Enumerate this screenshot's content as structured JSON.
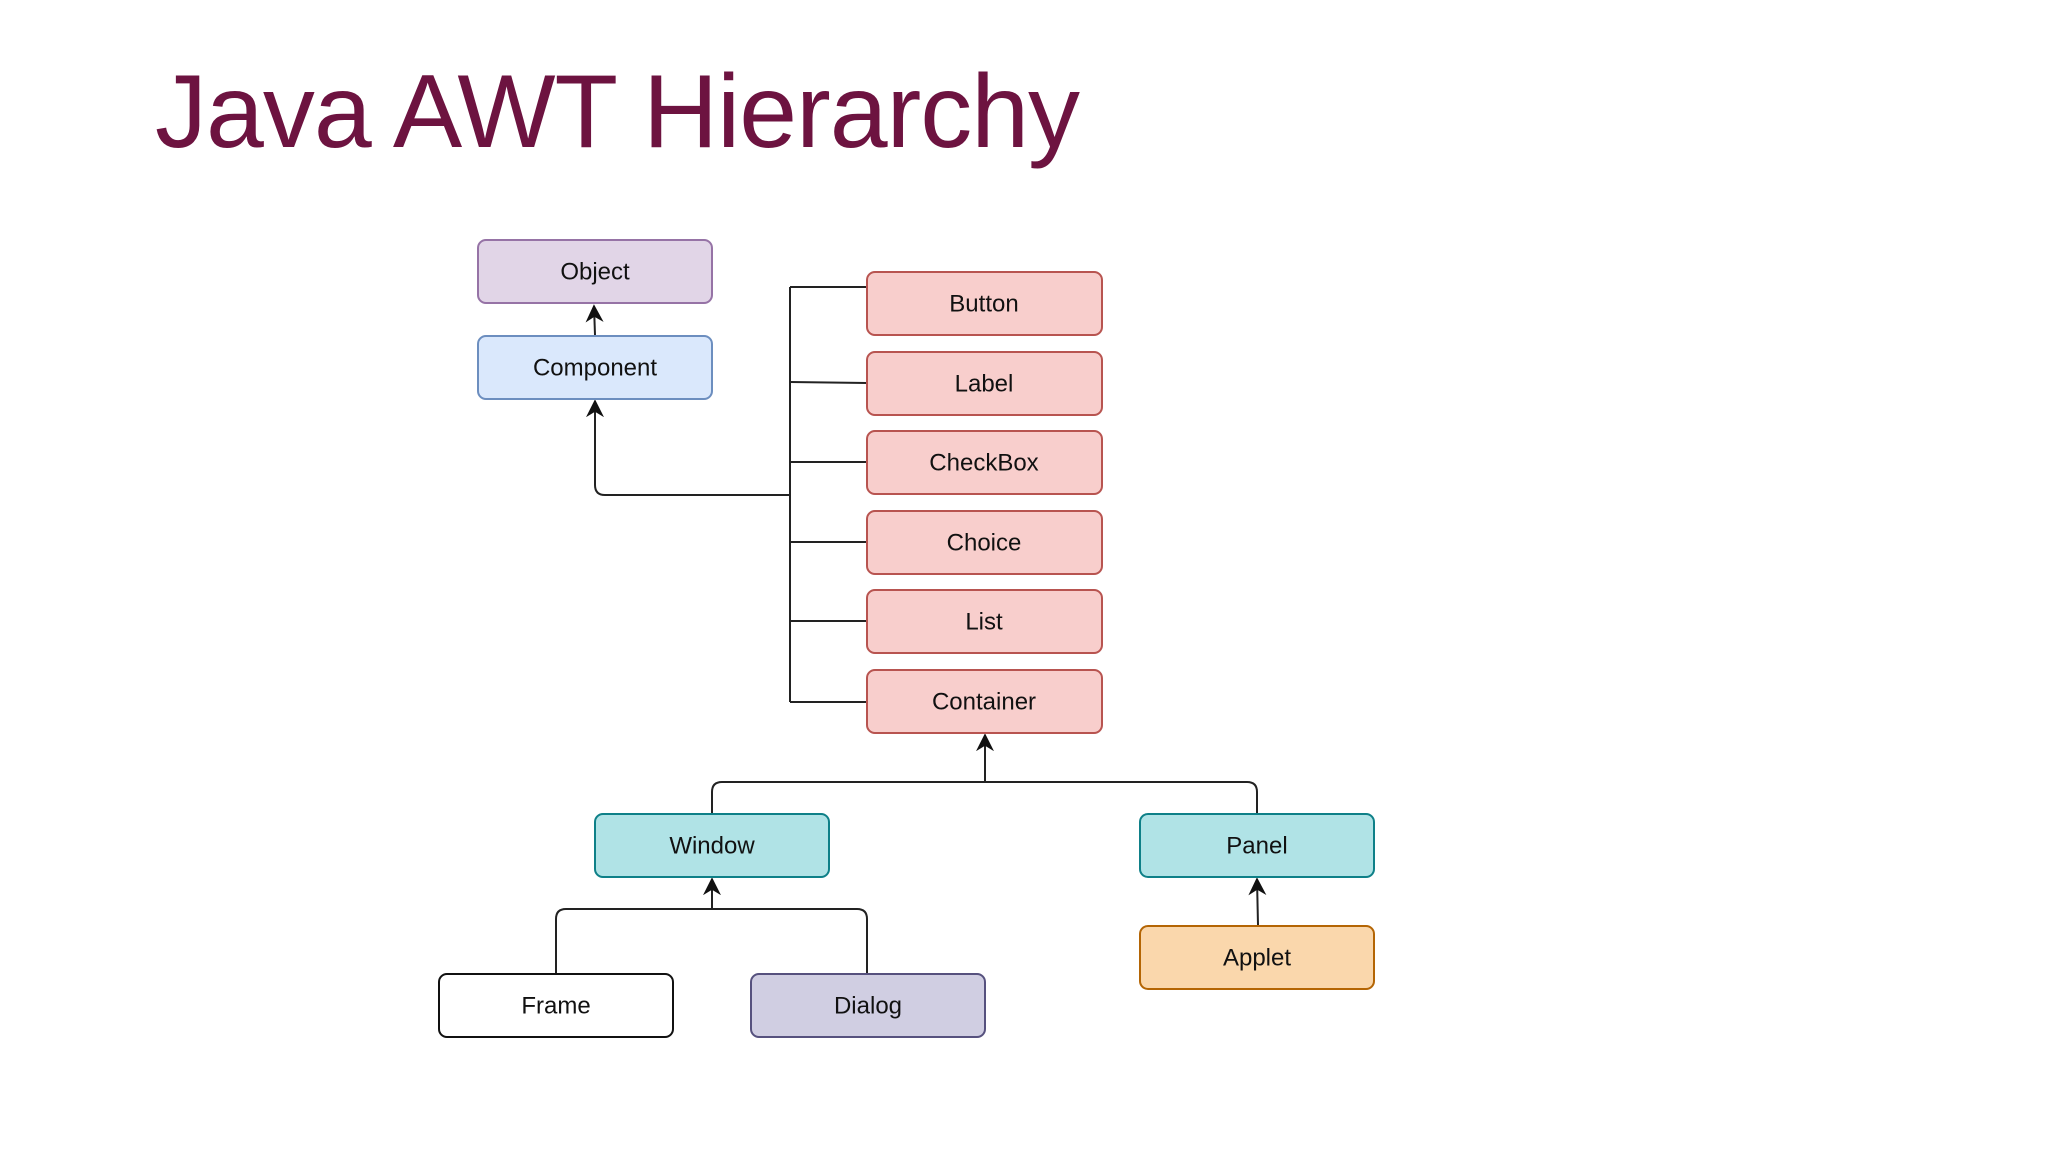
{
  "title": "Java AWT Hierarchy",
  "nodes": {
    "object": "Object",
    "component": "Component",
    "button": "Button",
    "label": "Label",
    "checkbox": "CheckBox",
    "choice": "Choice",
    "list": "List",
    "container": "Container",
    "window": "Window",
    "panel": "Panel",
    "frame": "Frame",
    "dialog": "Dialog",
    "applet": "Applet"
  },
  "colors": {
    "title": "#6d1340",
    "object": "#e1d5e7",
    "component": "#dae8fc",
    "awt_controls": "#f8cecc",
    "window_panel": "#b0e3e6",
    "frame": "#ffffff",
    "dialog": "#d0cee2",
    "applet": "#fad7ac"
  }
}
